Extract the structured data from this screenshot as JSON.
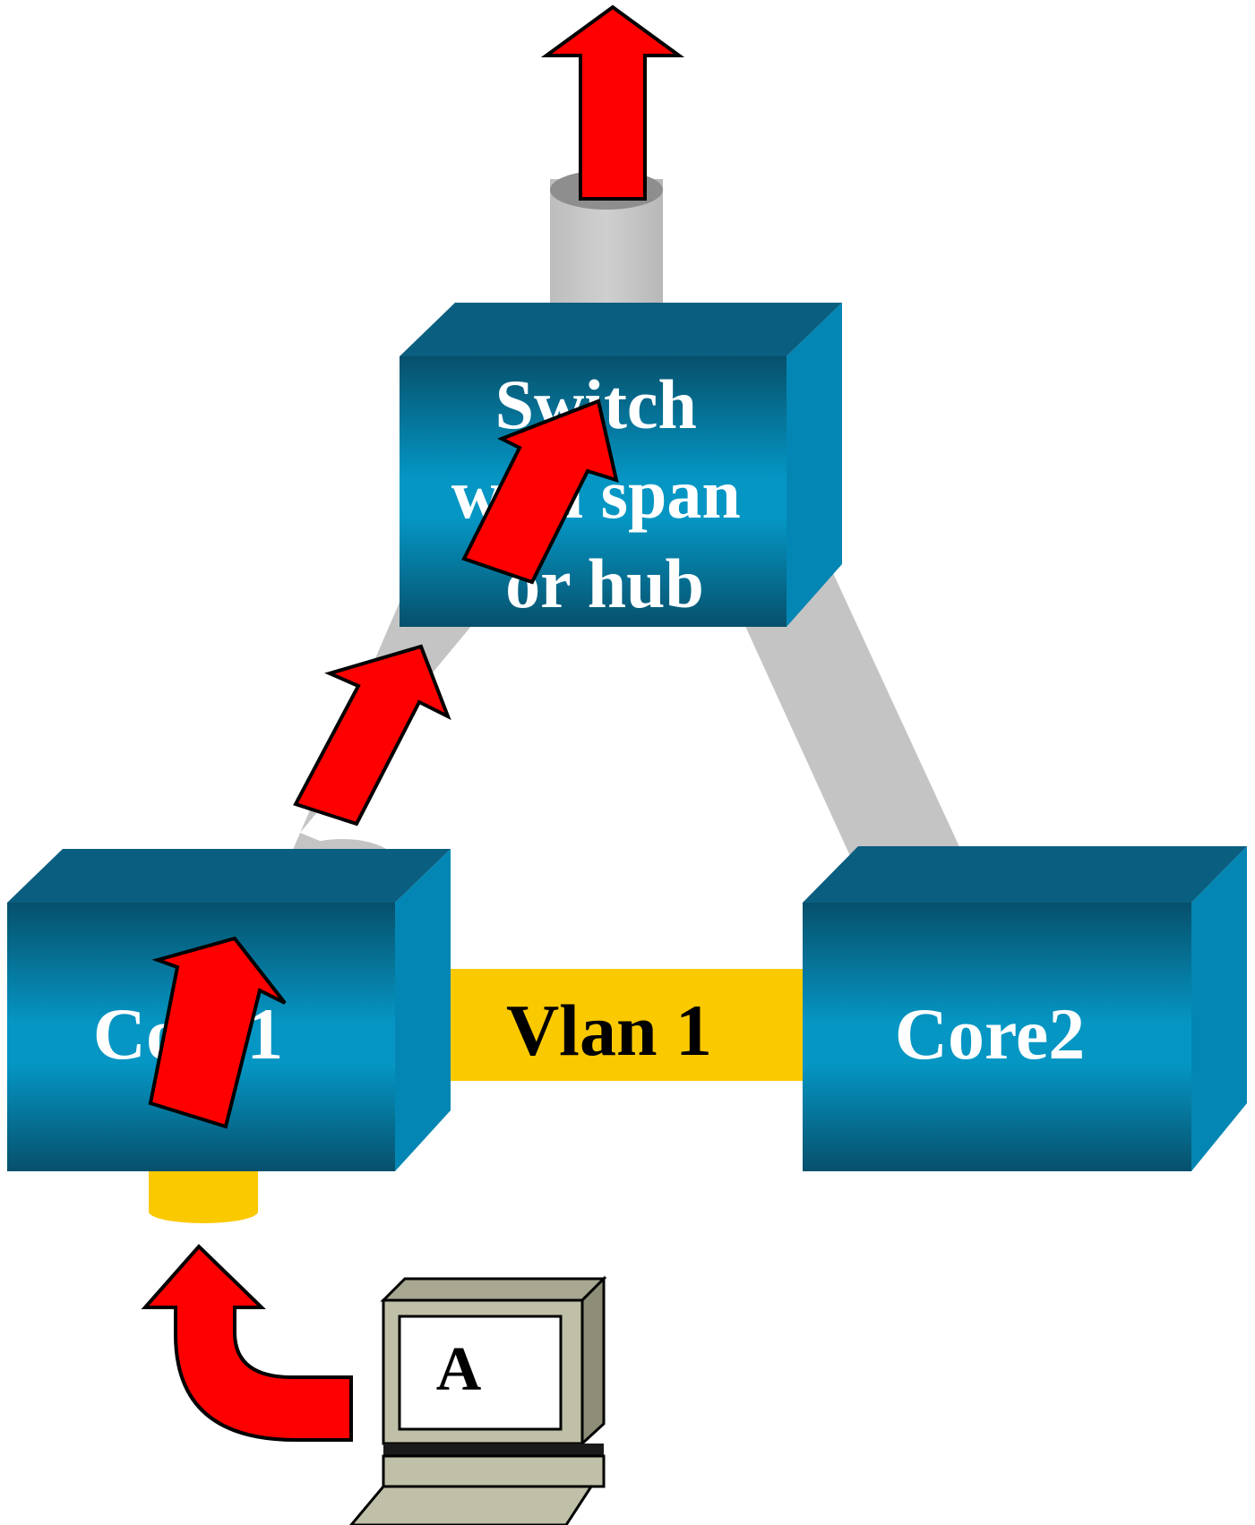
{
  "nodes": {
    "switch": {
      "lines": [
        "Switch",
        "with span",
        "or hub"
      ]
    },
    "core1": {
      "label": "Core1"
    },
    "core2": {
      "label": "Core2"
    },
    "pc": {
      "label": "A"
    }
  },
  "links": {
    "vlan": {
      "label": "Vlan 1"
    }
  },
  "colors": {
    "device_dark": "#075a78",
    "device_light": "#0591bd",
    "device_top": "#0a5e7f",
    "device_side": "#0386b3",
    "link_gray": "#c4c4c4",
    "link_yellow": "#fbc900",
    "arrow_red": "#ff0000",
    "pc_body": "#c0c0a8"
  }
}
